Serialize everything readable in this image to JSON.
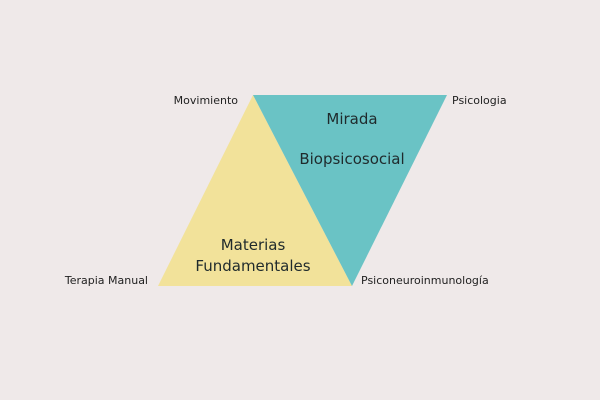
{
  "diagram": {
    "colors": {
      "background": "#efe9e9",
      "teal_triangle": "#6ac3c5",
      "yellow_triangle": "#f2e29a",
      "text": "#222222"
    },
    "triangles": {
      "teal": {
        "line1": "Mirada",
        "line2": "Biopsicosocial"
      },
      "yellow": {
        "line1": "Materias",
        "line2": "Fundamentales"
      }
    },
    "corners": {
      "movimiento": "Movimiento",
      "psicologia": "Psicologia",
      "terapia_manual": "Terapia Manual",
      "psiconeuroinmunologia": "Psiconeuroinmunología"
    }
  }
}
